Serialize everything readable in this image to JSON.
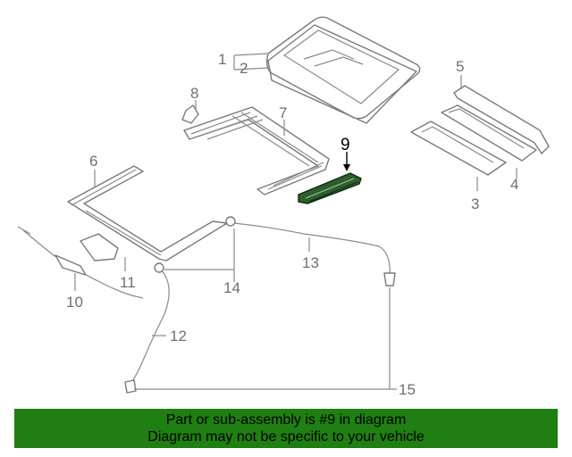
{
  "callouts": {
    "c1": "1",
    "c2": "2",
    "c3": "3",
    "c4": "4",
    "c5": "5",
    "c6": "6",
    "c7": "7",
    "c8": "8",
    "c9": "9",
    "c10": "10",
    "c11": "11",
    "c12": "12",
    "c13": "13",
    "c14": "14",
    "c15": "15"
  },
  "highlighted_part": "9",
  "colors": {
    "banner_background": "#1f7f12",
    "highlight_part": "#2e5e2e",
    "callout_text": "#6f6f6f"
  },
  "banner": {
    "line1": "Part or sub-assembly is #9 in diagram",
    "line2": "Diagram may not be specific to your vehicle"
  }
}
